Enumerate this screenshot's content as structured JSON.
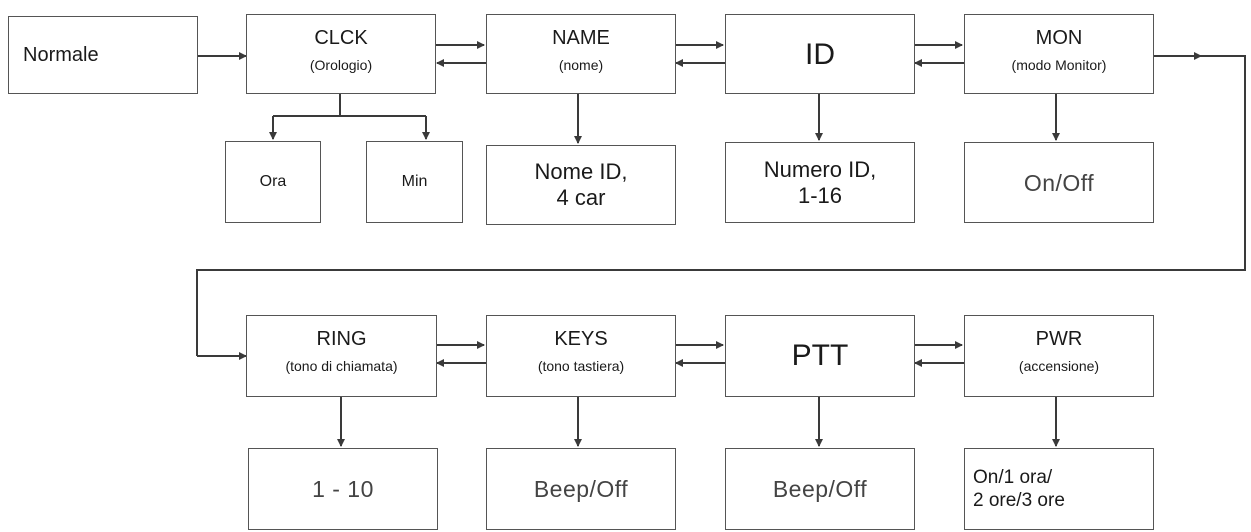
{
  "nodes": {
    "normale": {
      "title": "Normale"
    },
    "clck": {
      "title": "CLCK",
      "sub": "(Orologio)"
    },
    "name": {
      "title": "NAME",
      "sub": "(nome)"
    },
    "id": {
      "title": "ID"
    },
    "mon": {
      "title": "MON",
      "sub": "(modo Monitor)"
    },
    "ring": {
      "title": "RING",
      "sub": "(tono di chiamata)"
    },
    "keys": {
      "title": "KEYS",
      "sub": "(tono tastiera)"
    },
    "ptt": {
      "title": "PTT"
    },
    "pwr": {
      "title": "PWR",
      "sub": "(accensione)"
    }
  },
  "leaves": {
    "ora": "Ora",
    "min": "Min",
    "nome_id": "Nome ID,\n4 car",
    "numero_id": "Numero ID,\n1-16",
    "mon_onoff": "On/Off",
    "ring_range": "1 - 10",
    "keys_beep": "Beep/Off",
    "ptt_beep": "Beep/Off",
    "pwr_options": "On/1 ora/\n2 ore/3 ore"
  },
  "colors": {
    "line": "#3a3a3a",
    "border": "#555555"
  }
}
